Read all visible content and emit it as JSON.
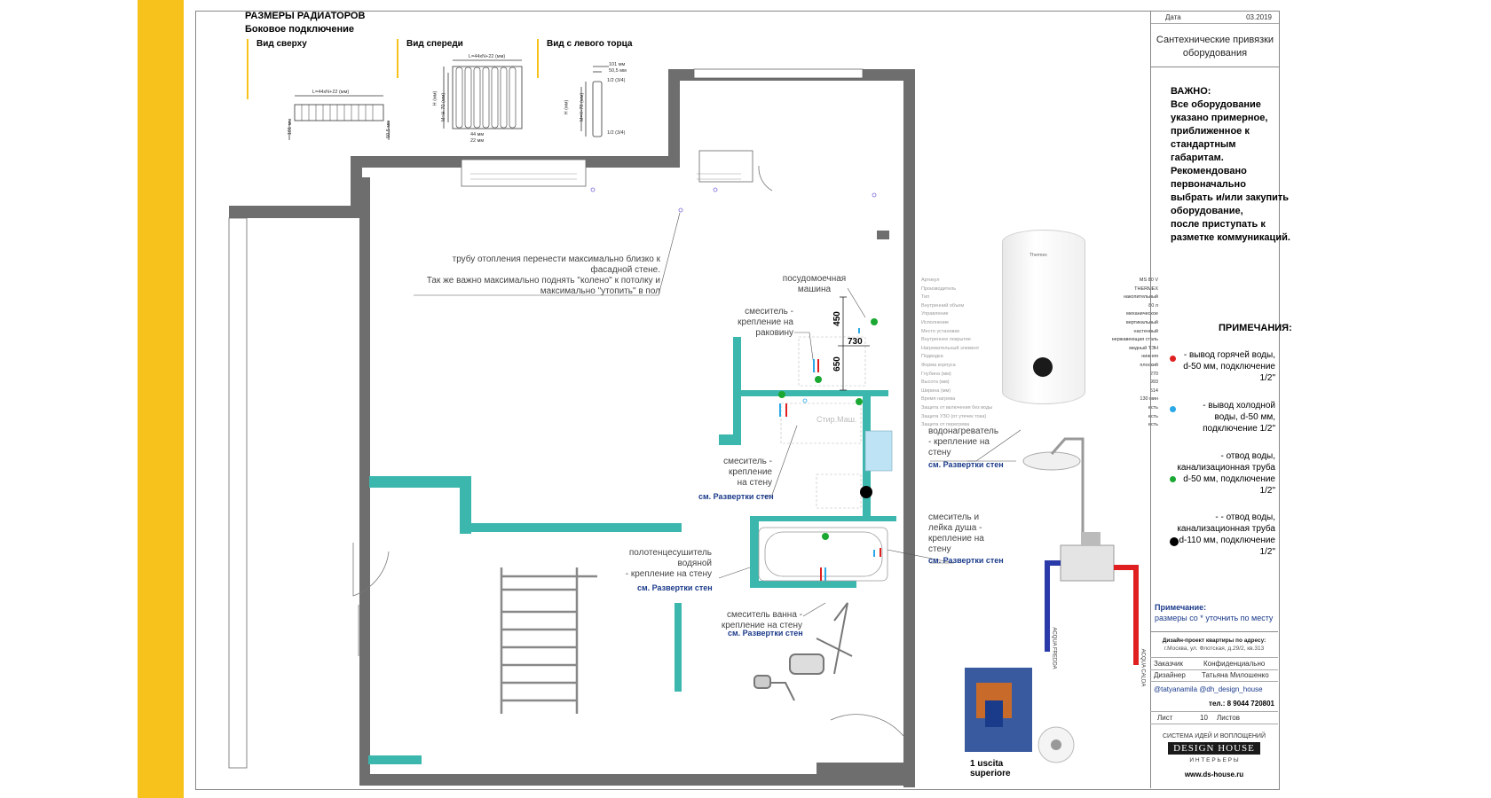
{
  "radiators": {
    "title": "РАЗМЕРЫ РАДИАТОРОВ",
    "subtitle": "Боковое подключение",
    "view_top": "Вид сверху",
    "view_front": "Вид спереди",
    "view_side": "Вид с левого торца",
    "dim_top_length": "L=44xN+22 (мм)",
    "dim_top_a": "101 мм",
    "dim_top_b": "50,5 мм",
    "dim_front_length": "L=44xN+22 (мм)",
    "dim_front_h": "H (мм)",
    "dim_front_m": "M=H-70 (мм)",
    "dim_front_44": "44 мм",
    "dim_front_22": "22 мм",
    "dim_side_101": "101 мм",
    "dim_side_50": "50,5 мм",
    "dim_side_half1": "1/2 (3/4)",
    "dim_side_half2": "1/2 (3/4)",
    "dim_side_h": "H (мм)",
    "dim_side_m": "M=H-70 (мм)"
  },
  "plan_notes": {
    "heating_pipe": [
      "трубу отопления перенести максимально близко к",
      "фасадной стене.",
      "Так же важно максимально поднять \"колено\" к потолку и",
      "максимально \"утопить\" в пол"
    ],
    "dishwasher": [
      "посудомоечная",
      "машина"
    ],
    "mixer_sink": [
      "смеситель -",
      "крепление на",
      "раковину"
    ],
    "dim_450": "450",
    "dim_730": "730",
    "dim_650": "650",
    "washing_machine": "Стир.Маш.",
    "water_heater": [
      "водонагреватель",
      "- крепление на",
      "стену"
    ],
    "see_walls_1": "см. Развертки стен",
    "mixer_wall": [
      "смеситель -",
      "крепление",
      "на стену"
    ],
    "see_walls_2": "см. Развертки стен",
    "shower_mixer": [
      "смеситель и",
      "лейка душа -",
      "крепление на",
      "стену"
    ],
    "see_walls_3": "см. Развертки стен",
    "towel_rail": [
      "полотенцесушитель",
      "водяной",
      "- крепление на стену"
    ],
    "see_walls_4": "см. Развертки стен",
    "bath_mixer": [
      "смеситель ванна -",
      "крепление на стену"
    ],
    "see_walls_5": "см. Развертки стен"
  },
  "boiler": {
    "brand": "Thermex",
    "spec_labels": [
      "Артикул",
      "Производитель",
      "Тип",
      "Внутренний объем",
      "Управление",
      "Исполнение",
      "Место установки",
      "Внутреннее покрытие",
      "Нагревательный элемент",
      "Подводка",
      "Форма корпуса",
      "Глубина (мм)",
      "Высота (мм)",
      "Ширина (мм)",
      "Время нагрева",
      "Защита от включения без воды",
      "Защита УЗО (от утечек тока)",
      "Защита от перегрева"
    ],
    "spec_values": [
      "MS 80 V",
      "THERMEX",
      "накопительный",
      "80 л",
      "механическое",
      "вертикальный",
      "настенный",
      "нержавеющая сталь",
      "медный ТЭН",
      "нижняя",
      "плоский",
      "270",
      "993",
      "514",
      "130 мин",
      "есть",
      "есть",
      "есть"
    ]
  },
  "shower_labels": {
    "cold": "ACQUA FREDDA",
    "hot": "ACQUA CALDA",
    "product": [
      "1 uscita",
      "superiore"
    ]
  },
  "title_block": {
    "date_label": "Дата",
    "date_value": "03.2019",
    "sheet_title": [
      "Сантехнические привязки",
      "оборудования"
    ],
    "important": [
      "ВАЖНО:",
      "Все оборудование",
      "указано примерное,",
      "приближенное к",
      "стандартным",
      "габаритам.",
      "Рекомендовано",
      "первоначально",
      "выбрать и/или закупить",
      "оборудование,",
      "после приступать к",
      "разметке коммуникаций."
    ],
    "notes_title": "ПРИМЕЧАНИЯ:",
    "legend": [
      {
        "color": "#e02020",
        "lines": [
          "- вывод горячей воды,",
          "d-50 мм, подключение",
          "1/2\""
        ]
      },
      {
        "color": "#2aa8e8",
        "lines": [
          "- вывод холодной",
          "воды, d-50 мм,",
          "подключение 1/2\""
        ]
      },
      {
        "color": "#1aa832",
        "lines": [
          "- отвод воды,",
          "канализационная труба",
          "d-50 мм, подключение",
          "1/2\""
        ]
      },
      {
        "color": "#000000",
        "lines": [
          "- - отвод воды,",
          "канализационная труба",
          "d-110 мм, подключение",
          "1/2\""
        ]
      }
    ],
    "remark_title": "Примечание:",
    "remark_text": "размеры со * уточнить по месту",
    "project": [
      "Дизайн-проект квартиры по адресу:",
      "г.Москва, ул. Флотская, д.29/2, кв.313"
    ],
    "client_label": "Заказчик",
    "client_value": "Конфиденциально",
    "designer_label": "Дизайнер",
    "designer_value": "Татьяна Милошенко",
    "instagram": "@tatyanamila  @dh_design_house",
    "phone": "тел.: 8 9044 720801",
    "sheet_label": "Лист",
    "sheet_value": "10",
    "sheets_label": "Листов",
    "slogan": "СИСТЕМА  ИДЕЙ  И  ВОПЛОЩЕНИЙ",
    "brand": "DESIGN HOUSE",
    "brand_sub": "И Н Т Е Р Ь Е Р Ы",
    "website": "www.ds-house.ru"
  },
  "colors": {
    "yellow": "#f8c21c",
    "wall": "#6e6e6e",
    "teal": "#3cb7ae",
    "hot": "#e02020",
    "cold": "#2aa8e8",
    "drain": "#1aa832"
  }
}
